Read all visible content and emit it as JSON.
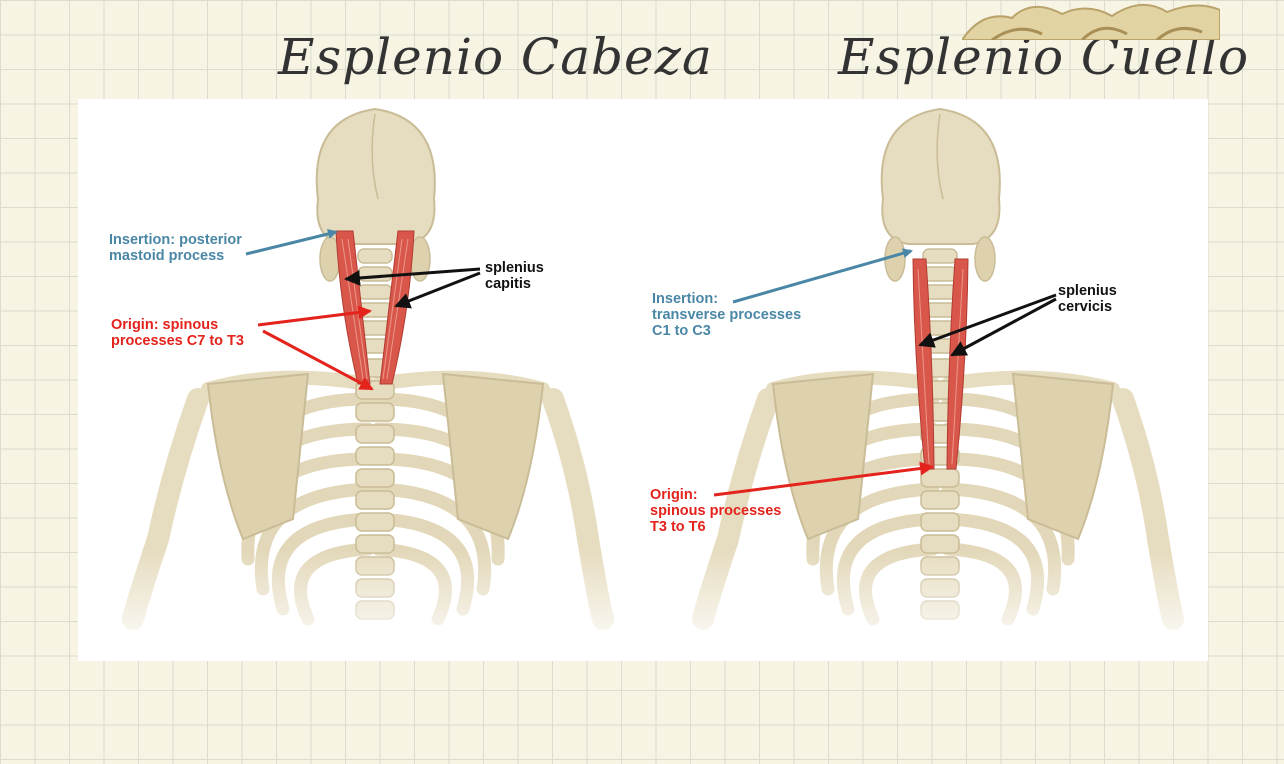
{
  "titles": {
    "left": "Esplenio Cabeza",
    "right": "Esplenio Cuello"
  },
  "left_figure": {
    "insertion_label": [
      "Insertion: posterior",
      "mastoid process"
    ],
    "muscle_label": [
      "splenius",
      "capitis"
    ],
    "origin_label": [
      "Origin: spinous",
      "processes C7 to T3"
    ]
  },
  "right_figure": {
    "insertion_label": [
      "Insertion:",
      "transverse processes",
      "C1 to C3"
    ],
    "muscle_label": [
      "splenius",
      "cervicis"
    ],
    "origin_label": [
      "Origin:",
      "spinous processes",
      "T3 to T6"
    ]
  },
  "colors": {
    "bone": "#e6dcbf",
    "bone_shadow": "#c9bc96",
    "muscle": "#d8574a",
    "insertion": "#4a87a6",
    "origin": "#e3231c",
    "muscle_pointer": "#111111"
  }
}
